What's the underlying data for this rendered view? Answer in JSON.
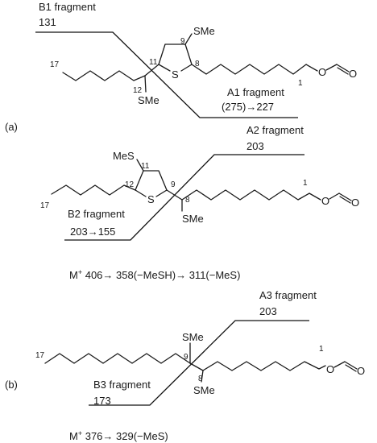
{
  "panels": [
    {
      "label": "(a)",
      "structures": [
        {
          "id": "s1",
          "fragments": [
            {
              "name": "B1 fragment",
              "mass": "131"
            },
            {
              "name": "A1 fragment",
              "mass": "(275)→227"
            }
          ],
          "groups": {
            "sme_top": "SMe",
            "sme_bottom": "SMe",
            "ring_s": "S",
            "ester_o": "O",
            "carbonyl_o": "O"
          },
          "numbers": [
            "17",
            "12",
            "11",
            "9",
            "8",
            "1"
          ]
        },
        {
          "id": "s2",
          "fragments": [
            {
              "name": "A2 fragment",
              "mass": "203"
            },
            {
              "name": "B2 fragment",
              "mass": "203→155"
            }
          ],
          "groups": {
            "mes_top": "MeS",
            "sme_bottom": "SMe",
            "ring_s": "S",
            "ester_o": "O",
            "carbonyl_o": "O"
          },
          "numbers": [
            "17",
            "12",
            "11",
            "9",
            "8",
            "1"
          ]
        }
      ],
      "ms_line": {
        "ion": "M",
        "charge": "+",
        "text": " 406→ 358(−MeSH)→ 311(−MeS)"
      }
    },
    {
      "label": "(b)",
      "structures": [
        {
          "id": "s3",
          "fragments": [
            {
              "name": "A3 fragment",
              "mass": "203"
            },
            {
              "name": "B3 fragment",
              "mass": "173"
            }
          ],
          "groups": {
            "sme_top": "SMe",
            "sme_bottom": "SMe",
            "ester_o": "O",
            "carbonyl_o": "O"
          },
          "numbers": [
            "17",
            "9",
            "8",
            "1"
          ]
        }
      ],
      "ms_line": {
        "ion": "M",
        "charge": "+",
        "text": " 376→ 329(−MeS)"
      }
    }
  ]
}
